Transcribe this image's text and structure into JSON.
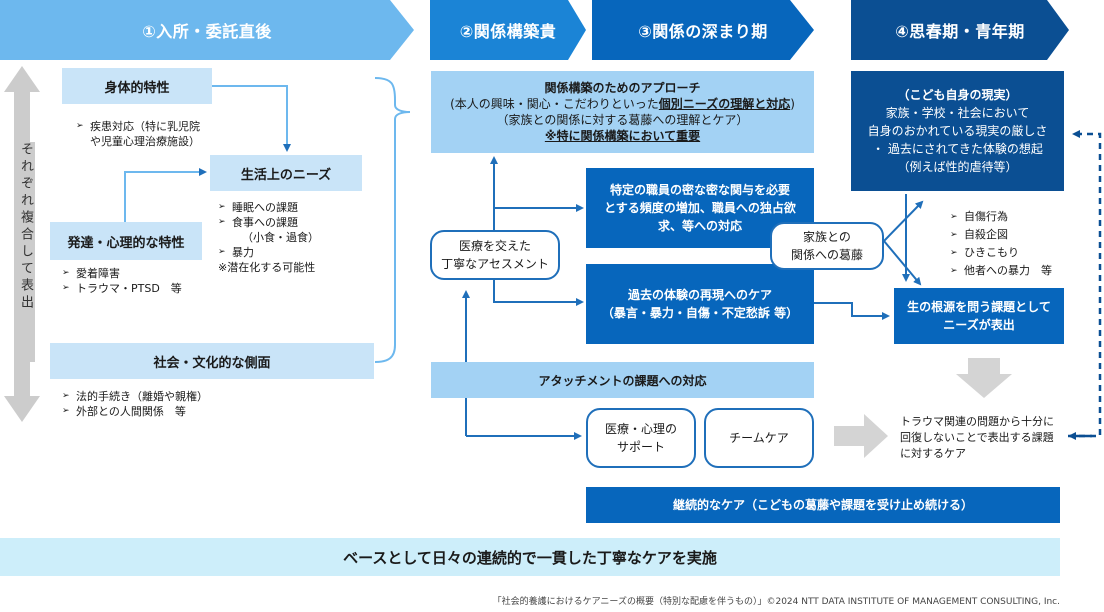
{
  "phases": {
    "p1": "①入所・委託直後",
    "p2": "②関係構築貴",
    "p3": "③関係の深まり期",
    "p4": "④思春期・青年期"
  },
  "side_label": "それぞれ複合して表出",
  "left": {
    "physical": {
      "title": "身体的特性",
      "items": [
        "疾患対応（特に乳児院",
        "や児童心理治療施設）"
      ]
    },
    "needs": {
      "title": "生活上のニーズ",
      "items": [
        "睡眠への課題",
        "食事への課題",
        "（小食・過食）",
        "暴力",
        "※潜在化する可能性"
      ]
    },
    "dev": {
      "title": "発達・心理的な特性",
      "items": [
        "愛着障害",
        "トラウマ・PTSD　等"
      ]
    },
    "social": {
      "title": "社会・文化的な側面",
      "items": [
        "法的手続き（離婚や親権）",
        "外部との人間関係　等"
      ]
    }
  },
  "approach": {
    "line1": "関係構築のためのアプローチ",
    "line2a": "(本人の興味・関心・こだわりといった",
    "line2b": "個別ニーズの理解と対応",
    "line2c": ")",
    "line3": "（家族との関係に対する葛藤への理解とケア）",
    "line4": "※特に関係構築において重要"
  },
  "assessment": [
    "医療を交えた",
    "丁寧なアセスメント"
  ],
  "attention": [
    "特定の職員の密な密な関与を必要",
    "とする頻度の増加、職員への独占欲",
    "求、等への対応"
  ],
  "reenact": [
    "過去の体験の再現へのケア",
    "（暴言・暴力・自傷・不定愁訴 等）"
  ],
  "family_conflict": [
    "家族との",
    "関係への葛藤"
  ],
  "attachment": "アタッチメントの課題への対応",
  "medical_support": [
    "医療・心理の",
    "サポート"
  ],
  "team_care": "チームケア",
  "continuous": "継続的なケア（こどもの葛藤や課題を受け止め続ける）",
  "reality": [
    "（こども自身の現実）",
    "家族・学校・社会において",
    "自身のおかれている現実の厳しさ",
    "・ 過去にされてきた体験の想起",
    "（例えば性的虐待等）"
  ],
  "behaviors": [
    "自傷行為",
    "自殺企図",
    "ひきこもり",
    "他者への暴力　等"
  ],
  "root": [
    "生の根源を問う課題として",
    "ニーズが表出"
  ],
  "trauma": [
    "トラウマ関連の問題から十分に",
    "回復しないことで表出する課題",
    "に対するケア"
  ],
  "base": "ベースとして日々の連続的で一貫した丁寧なケアを実施",
  "footer": "「社会的養護におけるケアニーズの概要（特別な配慮を伴うもの）」©2024 NTT DATA INSTITUTE OF MANAGEMENT CONSULTING, Inc.",
  "colors": {
    "chevron_light": "#6db8ee",
    "chevron_mid": "#1b84d6",
    "chevron_dark": "#0766bc",
    "chevron_navy": "#0b4f93",
    "box_light": "#c9e4f8",
    "box_mid": "#a3d2f4",
    "base_band": "#cdeefa",
    "arrow": "#1f6fba"
  }
}
